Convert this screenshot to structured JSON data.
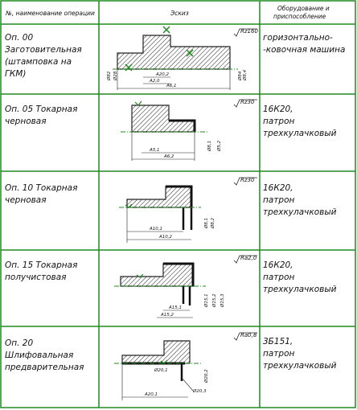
{
  "colors": {
    "grid": "#1f8a1f",
    "sketch_fill": "#ffffff",
    "hatch": "#222222",
    "marks": "#1f8a1f"
  },
  "header": {
    "col1": "№, наименование операции",
    "col2": "Эскиз",
    "col3_line1": "Оборудование и",
    "col3_line2": "приспособление"
  },
  "rows": [
    {
      "op_lines": [
        "Оп. 00",
        "Заготовительная",
        "(штамповка на",
        "ГКМ)"
      ],
      "equip_lines": [
        "горизонтально-",
        "-ковочная машина"
      ],
      "roughness": "Rz160",
      "dims": [
        "Ø82",
        "Ø28",
        "Ø84",
        "Ø8,4",
        "А20,2",
        "А2,0",
        "А6,1"
      ]
    },
    {
      "op_lines": [
        "Оп. 05 Токарная",
        "черновая"
      ],
      "equip_lines": [
        "16К20,",
        "патрон",
        "трехкулачковый"
      ],
      "roughness": "Rz30",
      "dims": [
        "Ø8,1",
        "Ø5,2",
        "А5,1",
        "А6,2"
      ]
    },
    {
      "op_lines": [
        "Оп. 10 Токарная",
        "черновая"
      ],
      "equip_lines": [
        "16К20,",
        "патрон",
        "трехкулачковый"
      ],
      "roughness": "Rz30",
      "dims": [
        "Ø8,1",
        "Ø8,2",
        "А10,1",
        "А10,2"
      ]
    },
    {
      "op_lines": [
        "Оп. 15 Токарная",
        "получистовая"
      ],
      "equip_lines": [
        "16К20,",
        "патрон",
        "трехкулачковый"
      ],
      "roughness": "Ra2,0",
      "dims": [
        "Ø15,1",
        "Ø15,2",
        "Ø15,3",
        "А15,1",
        "А15,2"
      ]
    },
    {
      "op_lines": [
        "Оп. 20",
        "Шлифовальная",
        "предварительная"
      ],
      "equip_lines": [
        "3Б151,",
        "патрон",
        "трехкулачковый"
      ],
      "roughness": "Ra0,8",
      "dims": [
        "Ø20,1",
        "Ø20,2",
        "Ø20,3",
        "А20,1"
      ]
    }
  ]
}
